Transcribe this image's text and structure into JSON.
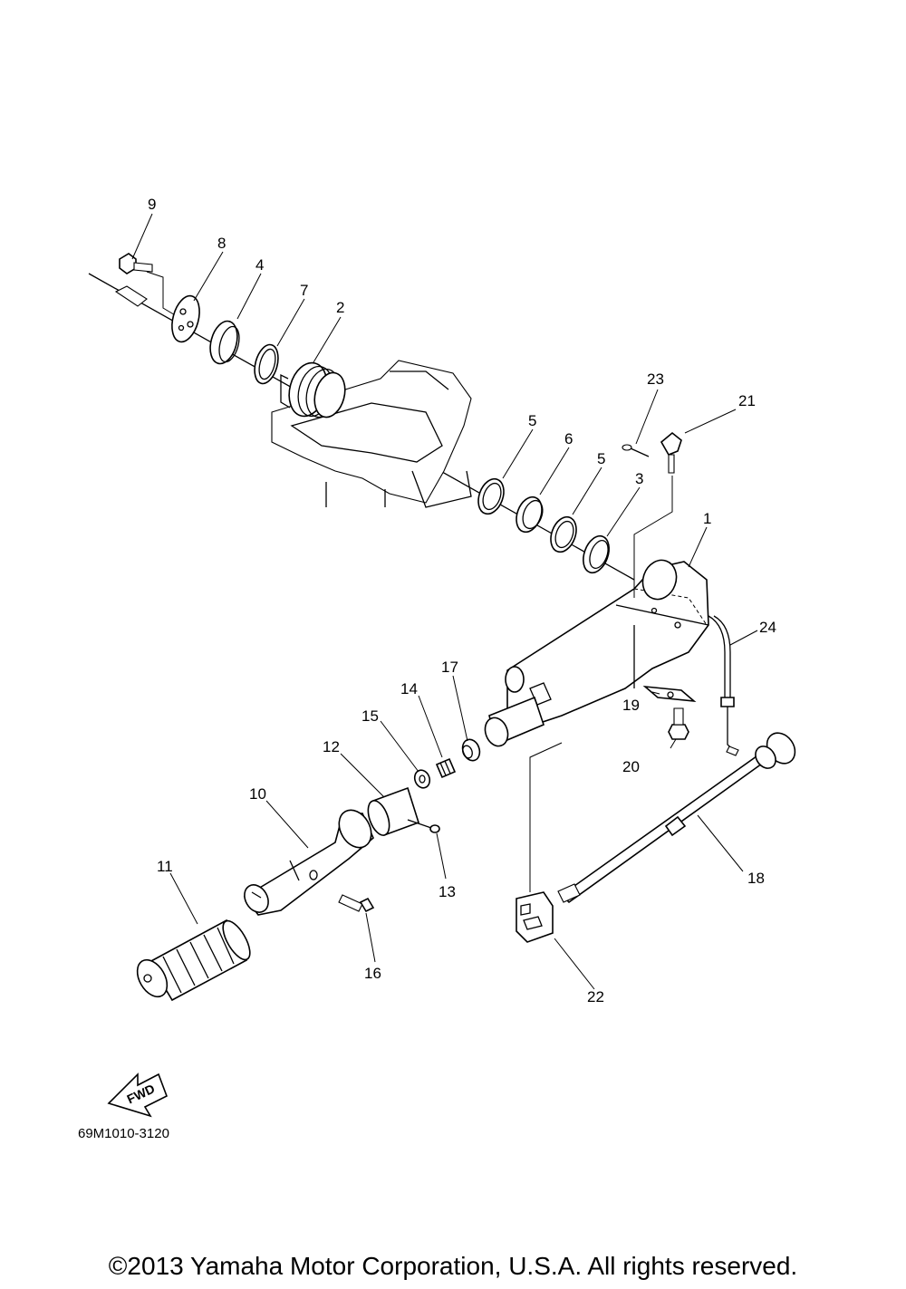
{
  "diagram": {
    "drawing_code": "69M1010-3120",
    "direction_label": "FWD",
    "callouts": [
      "1",
      "2",
      "3",
      "4",
      "5",
      "5",
      "6",
      "7",
      "8",
      "9",
      "10",
      "11",
      "12",
      "13",
      "14",
      "15",
      "16",
      "17",
      "18",
      "19",
      "20",
      "21",
      "22",
      "23",
      "24"
    ]
  },
  "footer": {
    "copyright": "©2013 Yamaha Motor Corporation, U.S.A. All rights reserved."
  }
}
